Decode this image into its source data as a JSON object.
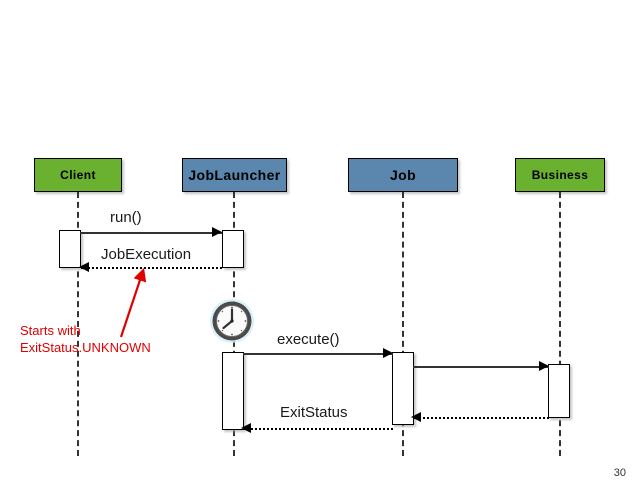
{
  "slide": {
    "page_number": "30",
    "background_color": "#ffffff"
  },
  "colors": {
    "participant_green": "#6AB12F",
    "participant_blue": "#5B87AE",
    "annotation_red": "#E00000",
    "line_black": "#333333"
  },
  "participants": [
    {
      "id": "client",
      "label": "Client",
      "color": "#6AB12F"
    },
    {
      "id": "joblauncher",
      "label": "JobLauncher",
      "color": "#5B87AE"
    },
    {
      "id": "job",
      "label": "Job",
      "color": "#5B87AE"
    },
    {
      "id": "business",
      "label": "Business",
      "color": "#6AB12F"
    }
  ],
  "messages": [
    {
      "id": "run",
      "label": "run()",
      "from": "client",
      "to": "joblauncher",
      "style": "solid"
    },
    {
      "id": "jobexecution",
      "label": "JobExecution",
      "from": "joblauncher",
      "to": "client",
      "style": "dotted"
    },
    {
      "id": "execute",
      "label": "execute()",
      "from": "joblauncher",
      "to": "job",
      "style": "solid"
    },
    {
      "id": "jobtobusiness",
      "label": "",
      "from": "job",
      "to": "business",
      "style": "solid"
    },
    {
      "id": "businesstojob",
      "label": "",
      "from": "business",
      "to": "job",
      "style": "dotted"
    },
    {
      "id": "exitstatus",
      "label": "ExitStatus",
      "from": "job",
      "to": "joblauncher",
      "style": "dotted"
    }
  ],
  "annotation": {
    "line1": "Starts with",
    "line2": "ExitStatus.UNKNOWN",
    "color": "#E00000"
  },
  "icons": {
    "clock": "clock-icon"
  }
}
